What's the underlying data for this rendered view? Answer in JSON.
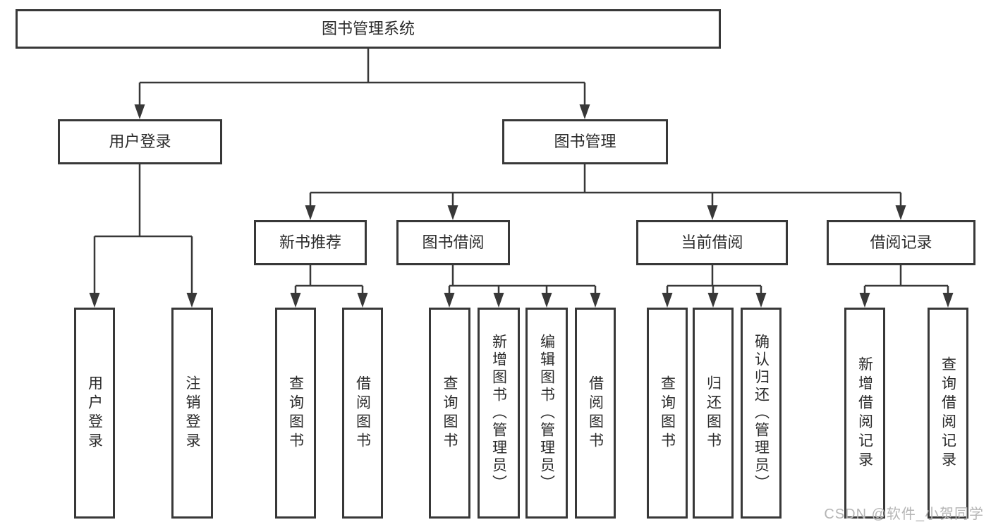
{
  "nodes": {
    "root": "图书管理系统",
    "user_login": "用户登录",
    "book_management": "图书管理",
    "new_book_recommend": "新书推荐",
    "book_borrow": "图书借阅",
    "current_borrow": "当前借阅",
    "borrow_record": "借阅记录",
    "user_login_children": {
      "login": "用户登录",
      "logout": "注销登录"
    },
    "new_book_children": {
      "query": "查询图书",
      "borrow": "借阅图书"
    },
    "book_borrow_children": {
      "query": "查询图书",
      "add": "新增图书（管理员）",
      "edit": "编辑图书（管理员）",
      "borrow": "借阅图书"
    },
    "current_borrow_children": {
      "query": "查询图书",
      "return": "归还图书",
      "confirm": "确认归还（管理员）"
    },
    "borrow_record_children": {
      "add": "新增借阅记录",
      "query": "查询借阅记录"
    }
  },
  "watermark": {
    "text": "CSDN @软件_小贺同学",
    "color": "#b5b5b5"
  },
  "colors": {
    "line": "#383838",
    "text": "#2b2b2b",
    "box_background": "#ffffff"
  }
}
